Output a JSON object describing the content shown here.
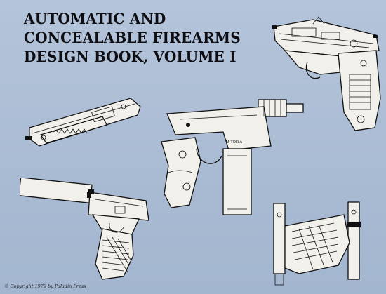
{
  "cover": {
    "title_lines": [
      "AUTOMATIC AND",
      "CONCEALABLE FIREARMS",
      "DESIGN BOOK, VOLUME I"
    ],
    "copyright": "© Copyright 1979 by Paladin Press",
    "gun_marking": "M-TORIA"
  },
  "colors": {
    "background": "#aebfd6",
    "ink": "#111111",
    "paper": "#f2f0ea"
  }
}
